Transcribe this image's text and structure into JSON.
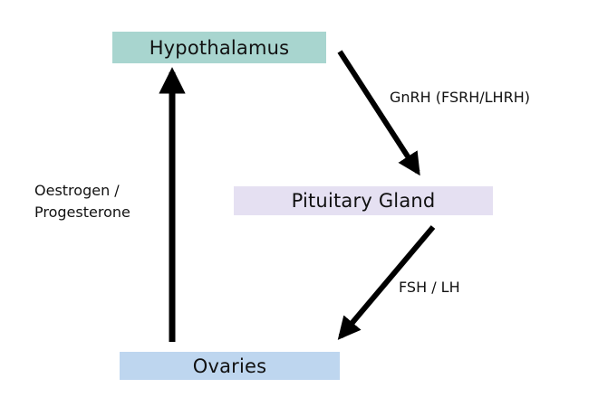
{
  "nodes": {
    "hypothalamus": {
      "label": "Hypothalamus",
      "color": "#a8d5cf"
    },
    "pituitary": {
      "label": "Pituitary Gland",
      "color": "#e5e0f2"
    },
    "ovaries": {
      "label": "Ovaries",
      "color": "#bed6ef"
    }
  },
  "edges": {
    "hypothalamus_to_pituitary": {
      "label": "GnRH (FSRH/LHRH)"
    },
    "pituitary_to_ovaries": {
      "label": "FSH / LH"
    },
    "ovaries_to_hypothalamus": {
      "label_line1": "Oestrogen /",
      "label_line2": "Progesterone"
    }
  },
  "colors": {
    "arrow": "#000000"
  }
}
